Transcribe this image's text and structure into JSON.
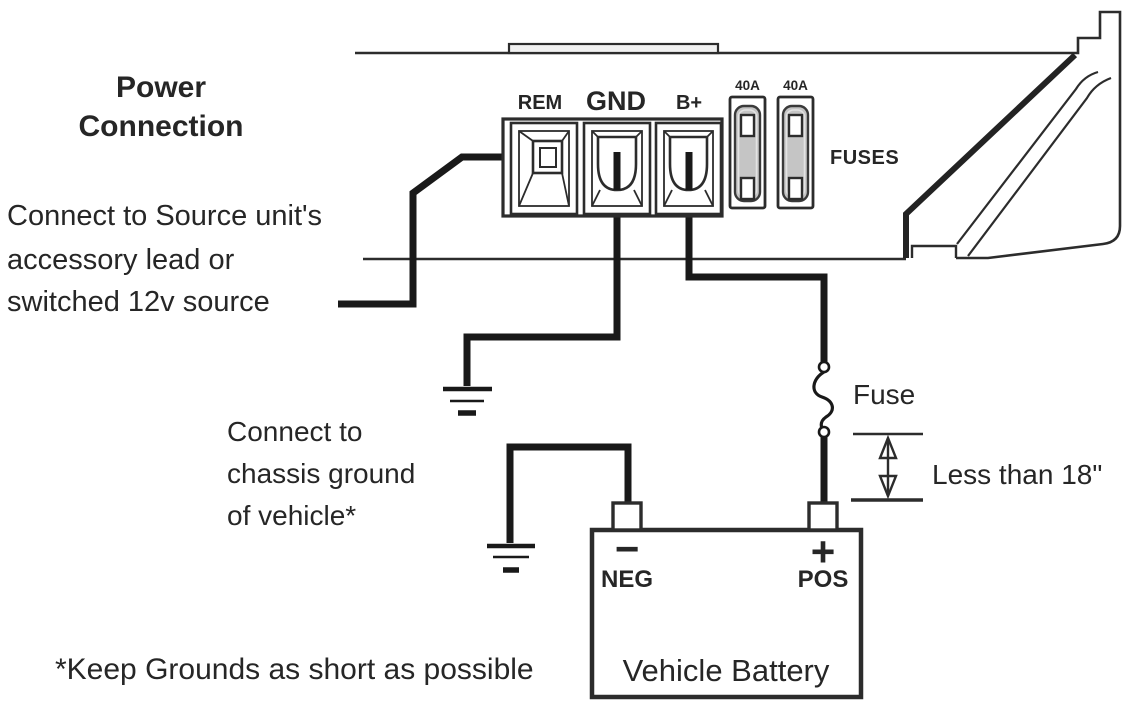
{
  "diagram": {
    "title_lines": [
      "Power",
      "Connection"
    ],
    "amplifier": {
      "terminals": [
        {
          "label": "REM"
        },
        {
          "label": "GND"
        },
        {
          "label": "B+"
        }
      ],
      "fuses": {
        "ratings": [
          "40A",
          "40A"
        ],
        "label": "FUSES"
      }
    },
    "annotations": {
      "source_unit": [
        "Connect to Source unit's",
        "accessory lead or",
        "switched 12v source"
      ],
      "chassis_ground": [
        "Connect to",
        "chassis ground",
        "of vehicle*"
      ],
      "fuse_label": "Fuse",
      "fuse_distance": "Less than 18\"",
      "footnote": "*Keep Grounds as short as possible"
    },
    "battery": {
      "label": "Vehicle Battery",
      "neg_symbol": "−",
      "neg_label": "NEG",
      "pos_symbol": "+",
      "pos_label": "POS"
    },
    "colors": {
      "line": "#2c2c2c",
      "wire": "#191919",
      "text": "#262626",
      "fuse_body": "#c5c5c5",
      "ridge_fill": "#f1f1f1",
      "background": "#ffffff"
    }
  }
}
